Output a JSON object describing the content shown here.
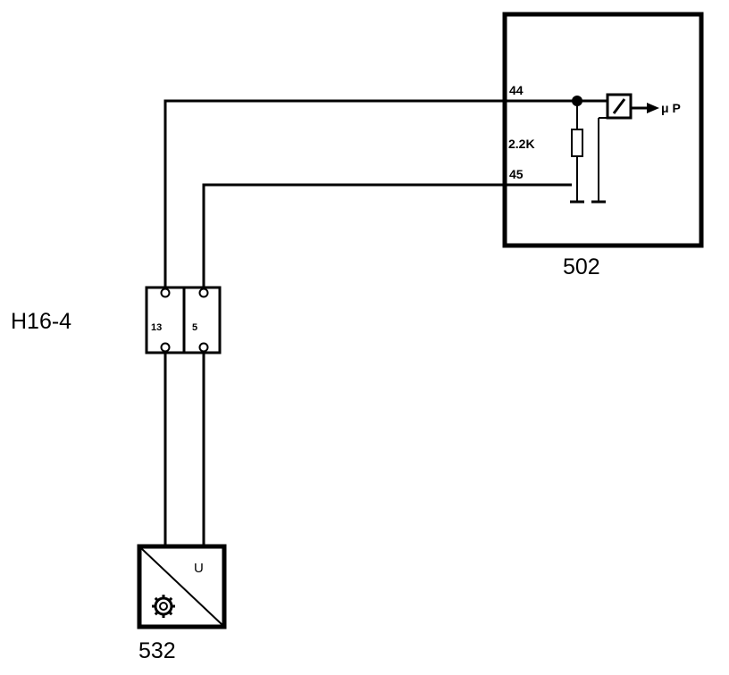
{
  "ecu": {
    "id": "502",
    "pin_signal": "44",
    "pin_ground": "45",
    "resistor": "2.2K",
    "output": "μ P"
  },
  "connector": {
    "id": "H16-4",
    "pin_left": "13",
    "pin_right": "5"
  },
  "sensor": {
    "id": "532",
    "symbol": "U",
    "icon": "gear-icon"
  }
}
